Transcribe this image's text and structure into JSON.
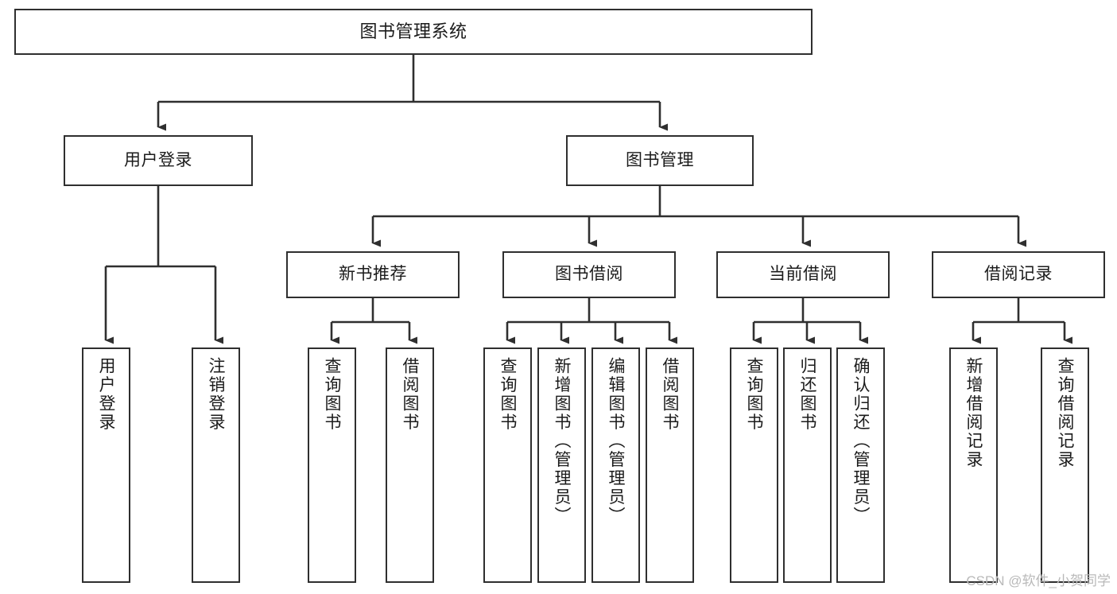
{
  "diagram": {
    "title": "图书管理系统",
    "type": "功能结构图",
    "stroke_color": "#2f2f2f",
    "fill_color": "#ffffff",
    "text_color": "#1b1b1b",
    "watermark": "CSDN @软件_小贺同学",
    "root": {
      "label": "图书管理系统"
    },
    "level2": [
      {
        "label": "用户登录"
      },
      {
        "label": "图书管理"
      }
    ],
    "level3": [
      {
        "label": "新书推荐"
      },
      {
        "label": "图书借阅"
      },
      {
        "label": "当前借阅"
      },
      {
        "label": "借阅记录"
      }
    ],
    "leaves": {
      "user_login": [
        {
          "label": "用户登录"
        },
        {
          "label": "注销登录"
        }
      ],
      "new_book_recommend": [
        {
          "label": "查询图书"
        },
        {
          "label": "借阅图书"
        }
      ],
      "book_borrow": [
        {
          "label": "查询图书"
        },
        {
          "label": "新增图书（管理员）"
        },
        {
          "label": "编辑图书（管理员）"
        },
        {
          "label": "借阅图书"
        }
      ],
      "current_borrow": [
        {
          "label": "查询图书"
        },
        {
          "label": "归还图书"
        },
        {
          "label": "确认归还（管理员）"
        }
      ],
      "borrow_record": [
        {
          "label": "新增借阅记录"
        },
        {
          "label": "查询借阅记录"
        }
      ]
    }
  }
}
